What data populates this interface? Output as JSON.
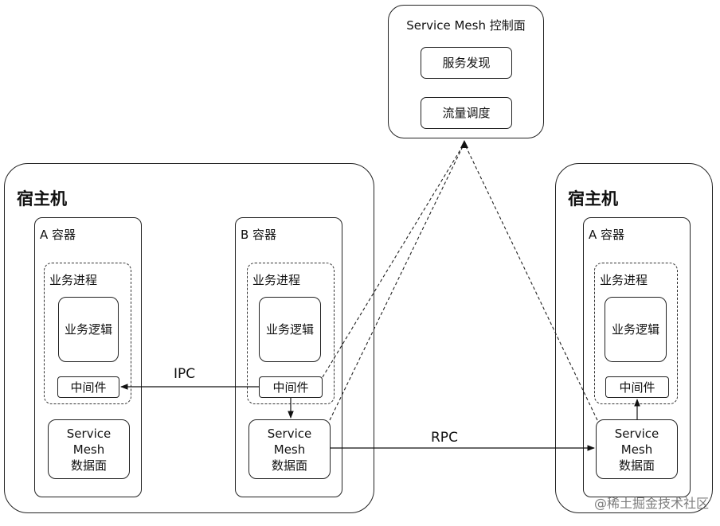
{
  "control_plane": {
    "title": "Service Mesh 控制面",
    "items": [
      "服务发现",
      "流量调度"
    ]
  },
  "host_left": {
    "title": "宿主机",
    "container_a": {
      "title": "A 容器",
      "process": "业务进程",
      "logic": "业务逻辑",
      "middleware": "中间件",
      "data_plane": [
        "Service",
        "Mesh",
        "数据面"
      ]
    },
    "container_b": {
      "title": "B 容器",
      "process": "业务进程",
      "logic": "业务逻辑",
      "middleware": "中间件",
      "data_plane": [
        "Service",
        "Mesh",
        "数据面"
      ]
    }
  },
  "host_right": {
    "title": "宿主机",
    "container_a": {
      "title": "A 容器",
      "process": "业务进程",
      "logic": "业务逻辑",
      "middleware": "中间件",
      "data_plane": [
        "Service",
        "Mesh",
        "数据面"
      ]
    }
  },
  "edges": {
    "ipc": "IPC",
    "rpc": "RPC"
  },
  "watermark": "@稀土掘金技术社区"
}
